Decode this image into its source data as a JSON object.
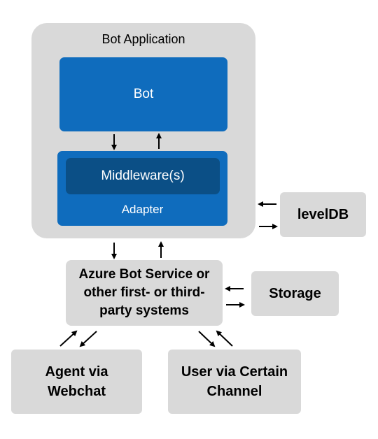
{
  "bot_application": {
    "title": "Bot Application"
  },
  "bot": {
    "label": "Bot"
  },
  "middleware": {
    "label": "Middleware(s)"
  },
  "adapter": {
    "label": "Adapter"
  },
  "leveldb": {
    "label": "levelDB"
  },
  "azure": {
    "line1": "Azure Bot Service or",
    "line2": "other first- or third-",
    "line3": "party systems"
  },
  "storage": {
    "label": "Storage"
  },
  "agent": {
    "line1": "Agent via",
    "line2": "Webchat"
  },
  "user": {
    "line1": "User via Certain",
    "line2": "Channel"
  },
  "colors": {
    "bot_blue": "#0f6cbd",
    "middleware_blue": "#0b4f86",
    "grey_box": "#d9d9d9",
    "arrow": "#000000"
  }
}
